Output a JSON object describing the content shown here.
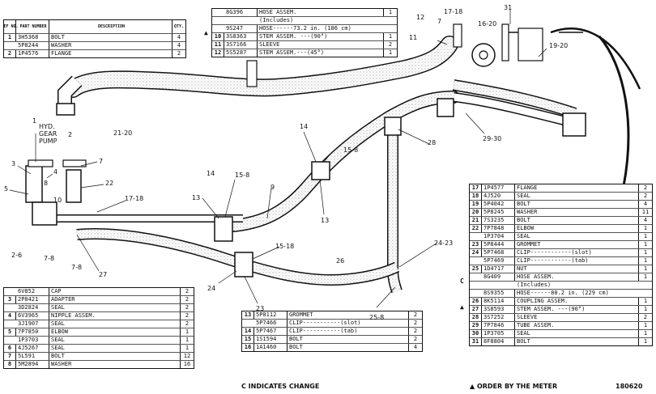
{
  "table_top_left": {
    "headers": {
      "ref": "REF NO.",
      "part": "PART NUMBER",
      "desc": "DESCRIPTION",
      "qty": "QTY."
    },
    "rows": [
      {
        "ref": "1",
        "part": "3H5368",
        "desc": "BOLT",
        "qty": "4"
      },
      {
        "ref": "",
        "part": "5P8244",
        "desc": "WASHER",
        "qty": "4"
      },
      {
        "ref": "2",
        "part": "1P4576",
        "desc": "FLANGE",
        "qty": "2"
      }
    ]
  },
  "table_top_center": {
    "rows": [
      {
        "ref": "",
        "part": "8G396",
        "desc": "HOSE ASSEM.",
        "qty": "1"
      },
      {
        "ref": "",
        "part": "",
        "desc": "(Includes)",
        "qty": ""
      },
      {
        "ref": "",
        "part": "9S247",
        "desc": "HOSE------73.2 in. (186 cm)",
        "qty": ""
      },
      {
        "ref": "10",
        "part": "3S8363",
        "desc": "STEM ASSEM. ---(90°)",
        "qty": "1"
      },
      {
        "ref": "11",
        "part": "3S7166",
        "desc": "SLEEVE",
        "qty": "2"
      },
      {
        "ref": "12",
        "part": "5S5287",
        "desc": "STEM ASSEM.---(45°)",
        "qty": "1"
      }
    ]
  },
  "table_right": {
    "rows": [
      {
        "ref": "17",
        "part": "1P4577",
        "desc": "FLANGE",
        "qty": "2"
      },
      {
        "ref": "18",
        "part": "4J520",
        "desc": "SEAL",
        "qty": "2"
      },
      {
        "ref": "19",
        "part": "5P4042",
        "desc": "BOLT",
        "qty": "4"
      },
      {
        "ref": "20",
        "part": "5P8245",
        "desc": "WASHER",
        "qty": "11"
      },
      {
        "ref": "21",
        "part": "7S3235",
        "desc": "BOLT",
        "qty": "4"
      },
      {
        "ref": "22",
        "part": "7P7848",
        "desc": "ELBOW",
        "qty": "1"
      },
      {
        "ref": "",
        "part": "1P3704",
        "desc": "SEAL",
        "qty": "1"
      },
      {
        "ref": "23",
        "part": "5P8444",
        "desc": "GROMMET",
        "qty": "1"
      },
      {
        "ref": "24",
        "part": "5P7468",
        "desc": "CLIP------------(slot)",
        "qty": "1"
      },
      {
        "ref": "",
        "part": "5P7469",
        "desc": "CLIP------------(tab)",
        "qty": "1"
      },
      {
        "ref": "25",
        "part": "1D4717",
        "desc": "NUT",
        "qty": "1"
      },
      {
        "ref": "",
        "part": "8G409",
        "desc": "HOSE ASSEM.",
        "qty": "1"
      },
      {
        "ref": "",
        "part": "",
        "desc": "(Includes)",
        "qty": ""
      },
      {
        "ref": "",
        "part": "8S9355",
        "desc": "HOSE------80.2 in. (229 cm)",
        "qty": ""
      },
      {
        "ref": "26",
        "part": "8K5114",
        "desc": "COUPLING ASSEM.",
        "qty": "1"
      },
      {
        "ref": "27",
        "part": "3S8593",
        "desc": "STEM ASSEM. ---(90°)",
        "qty": "1"
      },
      {
        "ref": "28",
        "part": "3S7252",
        "desc": "SLEEVE",
        "qty": "2"
      },
      {
        "ref": "29",
        "part": "7P7846",
        "desc": "TUBE ASSEM.",
        "qty": "1"
      },
      {
        "ref": "30",
        "part": "1P3705",
        "desc": "SEAL",
        "qty": "1"
      },
      {
        "ref": "31",
        "part": "8F8804",
        "desc": "BOLT",
        "qty": "1"
      }
    ]
  },
  "table_bottom_left": {
    "rows": [
      {
        "ref": "",
        "part": "6V852",
        "desc": "CAP",
        "qty": "2"
      },
      {
        "ref": "3",
        "part": "2P8421",
        "desc": "ADAPTER",
        "qty": "2"
      },
      {
        "ref": "",
        "part": "3D2824",
        "desc": "SEAL",
        "qty": "2"
      },
      {
        "ref": "4",
        "part": "6V3965",
        "desc": "NIPPLE ASSEM.",
        "qty": "2"
      },
      {
        "ref": "",
        "part": "3J1907",
        "desc": "SEAL",
        "qty": "2"
      },
      {
        "ref": "5",
        "part": "7P7850",
        "desc": "ELBOW",
        "qty": "1"
      },
      {
        "ref": "",
        "part": "1P3703",
        "desc": "SEAL",
        "qty": "1"
      },
      {
        "ref": "6",
        "part": "4J5267",
        "desc": "SEAL",
        "qty": "1"
      },
      {
        "ref": "7",
        "part": "5L591",
        "desc": "BOLT",
        "qty": "12"
      },
      {
        "ref": "8",
        "part": "5M2894",
        "desc": "WASHER",
        "qty": "16"
      }
    ]
  },
  "table_bottom_center": {
    "rows": [
      {
        "ref": "13",
        "part": "5P8112",
        "desc": "GROMMET",
        "qty": "2"
      },
      {
        "ref": "",
        "part": "5P7466",
        "desc": "CLIP-----------(slot)",
        "qty": "2"
      },
      {
        "ref": "14",
        "part": "5P7467",
        "desc": "CLIP-----------(tab)",
        "qty": "2"
      },
      {
        "ref": "15",
        "part": "1S1594",
        "desc": "BOLT",
        "qty": "2"
      },
      {
        "ref": "16",
        "part": "1A1460",
        "desc": "BOLT",
        "qty": "4"
      }
    ]
  },
  "marks": {
    "triangle": "▲",
    "c": "C"
  },
  "callouts": {
    "pump": "HYD.\nGEAR\nPUMP",
    "n1": "1",
    "n2": "2",
    "n3": "3",
    "n4": "4",
    "n5": "5",
    "n7a": "7",
    "n7b": "7",
    "n9": "9",
    "n10": "10",
    "n11": "11",
    "n12": "12",
    "n13a": "13",
    "n13b": "13",
    "n14a": "14",
    "n14b": "14",
    "n1518a": "15-18",
    "n158a": "15-8",
    "n158b": "15-8",
    "n1718a": "17-18",
    "n1718b": "17-18",
    "n1620": "16-20",
    "n1920": "19-20",
    "n2120": "21-20",
    "n22": "22",
    "n23": "23",
    "n24": "24",
    "n2423": "24-23",
    "n258": "25-8",
    "n26": "26",
    "n27": "27",
    "n28": "28",
    "n2930": "29-30",
    "n31": "31",
    "n26b": "2-6",
    "n78a": "7-8",
    "n78b": "7-8",
    "n8": "8"
  },
  "footer": {
    "c_note": "C INDICATES CHANGE",
    "order_note": "▲ ORDER BY THE METER",
    "fig_no": "180620"
  }
}
